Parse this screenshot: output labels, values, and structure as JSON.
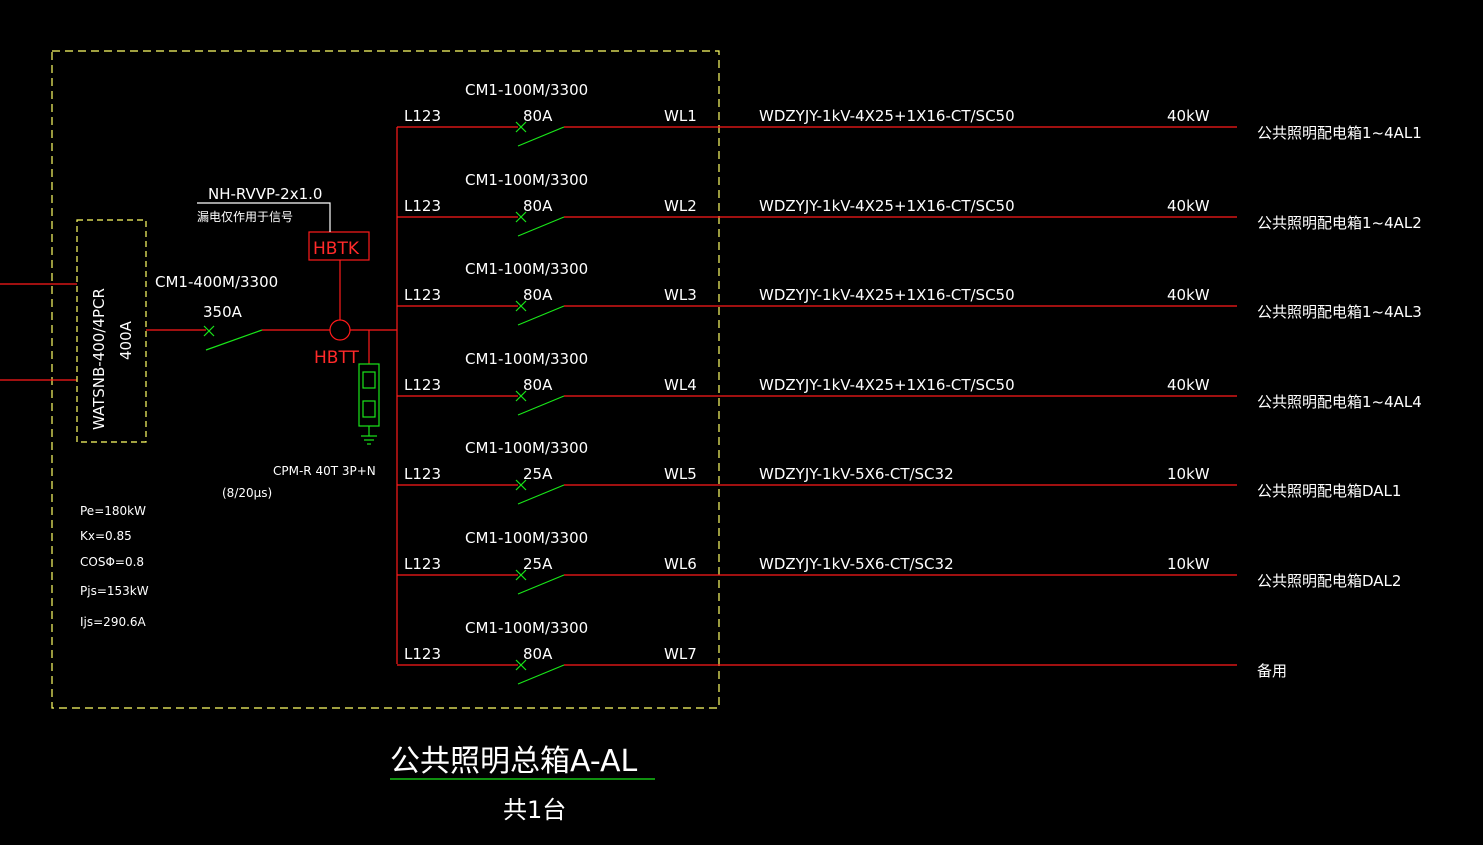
{
  "colors": {
    "background": "#000000",
    "circuit": "#ff1a1a",
    "breaker": "#19e619",
    "boundary": "#ffff66",
    "text": "#ffffff"
  },
  "incoming": {
    "ats_model": "WATSNB-400/4PCR",
    "ats_rating": "400A",
    "main_breaker_model": "CM1-400M/3300",
    "main_breaker_rating": "350A",
    "signal_cable": "NH-RVVP-2x1.0",
    "signal_note": "漏电仅作用于信号",
    "leakage_module": "HBTK",
    "leakage_sensor": "HBTT",
    "spd_model": "CPM-R 40T 3P+N",
    "spd_waveform": "(8/20µs)"
  },
  "load_calc": {
    "pe": "Pe=180kW",
    "kx": "Kx=0.85",
    "cos": "COSΦ=0.8",
    "pjs": "Pjs=153kW",
    "ijs": "Ijs=290.6A"
  },
  "circuits": [
    {
      "phase": "L123",
      "breaker_model": "CM1-100M/3300",
      "rating": "80A",
      "id": "WL1",
      "cable": "WDZYJY-1kV-4X25+1X16-CT/SC50",
      "power": "40kW",
      "destination": "公共照明配电箱1~4AL1"
    },
    {
      "phase": "L123",
      "breaker_model": "CM1-100M/3300",
      "rating": "80A",
      "id": "WL2",
      "cable": "WDZYJY-1kV-4X25+1X16-CT/SC50",
      "power": "40kW",
      "destination": "公共照明配电箱1~4AL2"
    },
    {
      "phase": "L123",
      "breaker_model": "CM1-100M/3300",
      "rating": "80A",
      "id": "WL3",
      "cable": "WDZYJY-1kV-4X25+1X16-CT/SC50",
      "power": "40kW",
      "destination": "公共照明配电箱1~4AL3"
    },
    {
      "phase": "L123",
      "breaker_model": "CM1-100M/3300",
      "rating": "80A",
      "id": "WL4",
      "cable": "WDZYJY-1kV-4X25+1X16-CT/SC50",
      "power": "40kW",
      "destination": "公共照明配电箱1~4AL4"
    },
    {
      "phase": "L123",
      "breaker_model": "CM1-100M/3300",
      "rating": "25A",
      "id": "WL5",
      "cable": "WDZYJY-1kV-5X6-CT/SC32",
      "power": "10kW",
      "destination": "公共照明配电箱DAL1"
    },
    {
      "phase": "L123",
      "breaker_model": "CM1-100M/3300",
      "rating": "25A",
      "id": "WL6",
      "cable": "WDZYJY-1kV-5X6-CT/SC32",
      "power": "10kW",
      "destination": "公共照明配电箱DAL2"
    },
    {
      "phase": "L123",
      "breaker_model": "CM1-100M/3300",
      "rating": "80A",
      "id": "WL7",
      "cable": "",
      "power": "",
      "destination": "备用"
    }
  ],
  "title": "公共照明总箱A-AL",
  "quantity": "共1台"
}
